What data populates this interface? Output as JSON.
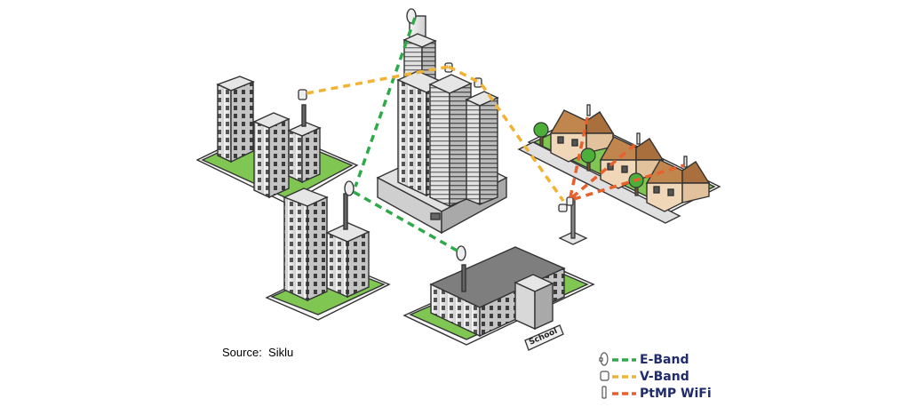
{
  "source_caption": "Source:  Siklu",
  "school_sign": "School",
  "legend": [
    {
      "label": "E-Band",
      "color": "#2faa4a",
      "icon": "dish-antenna-icon"
    },
    {
      "label": "V-Band",
      "color": "#f2b233",
      "icon": "radio-unit-icon"
    },
    {
      "label": "PtMP WiFi",
      "color": "#e8612c",
      "icon": "wifi-access-point-icon"
    }
  ]
}
